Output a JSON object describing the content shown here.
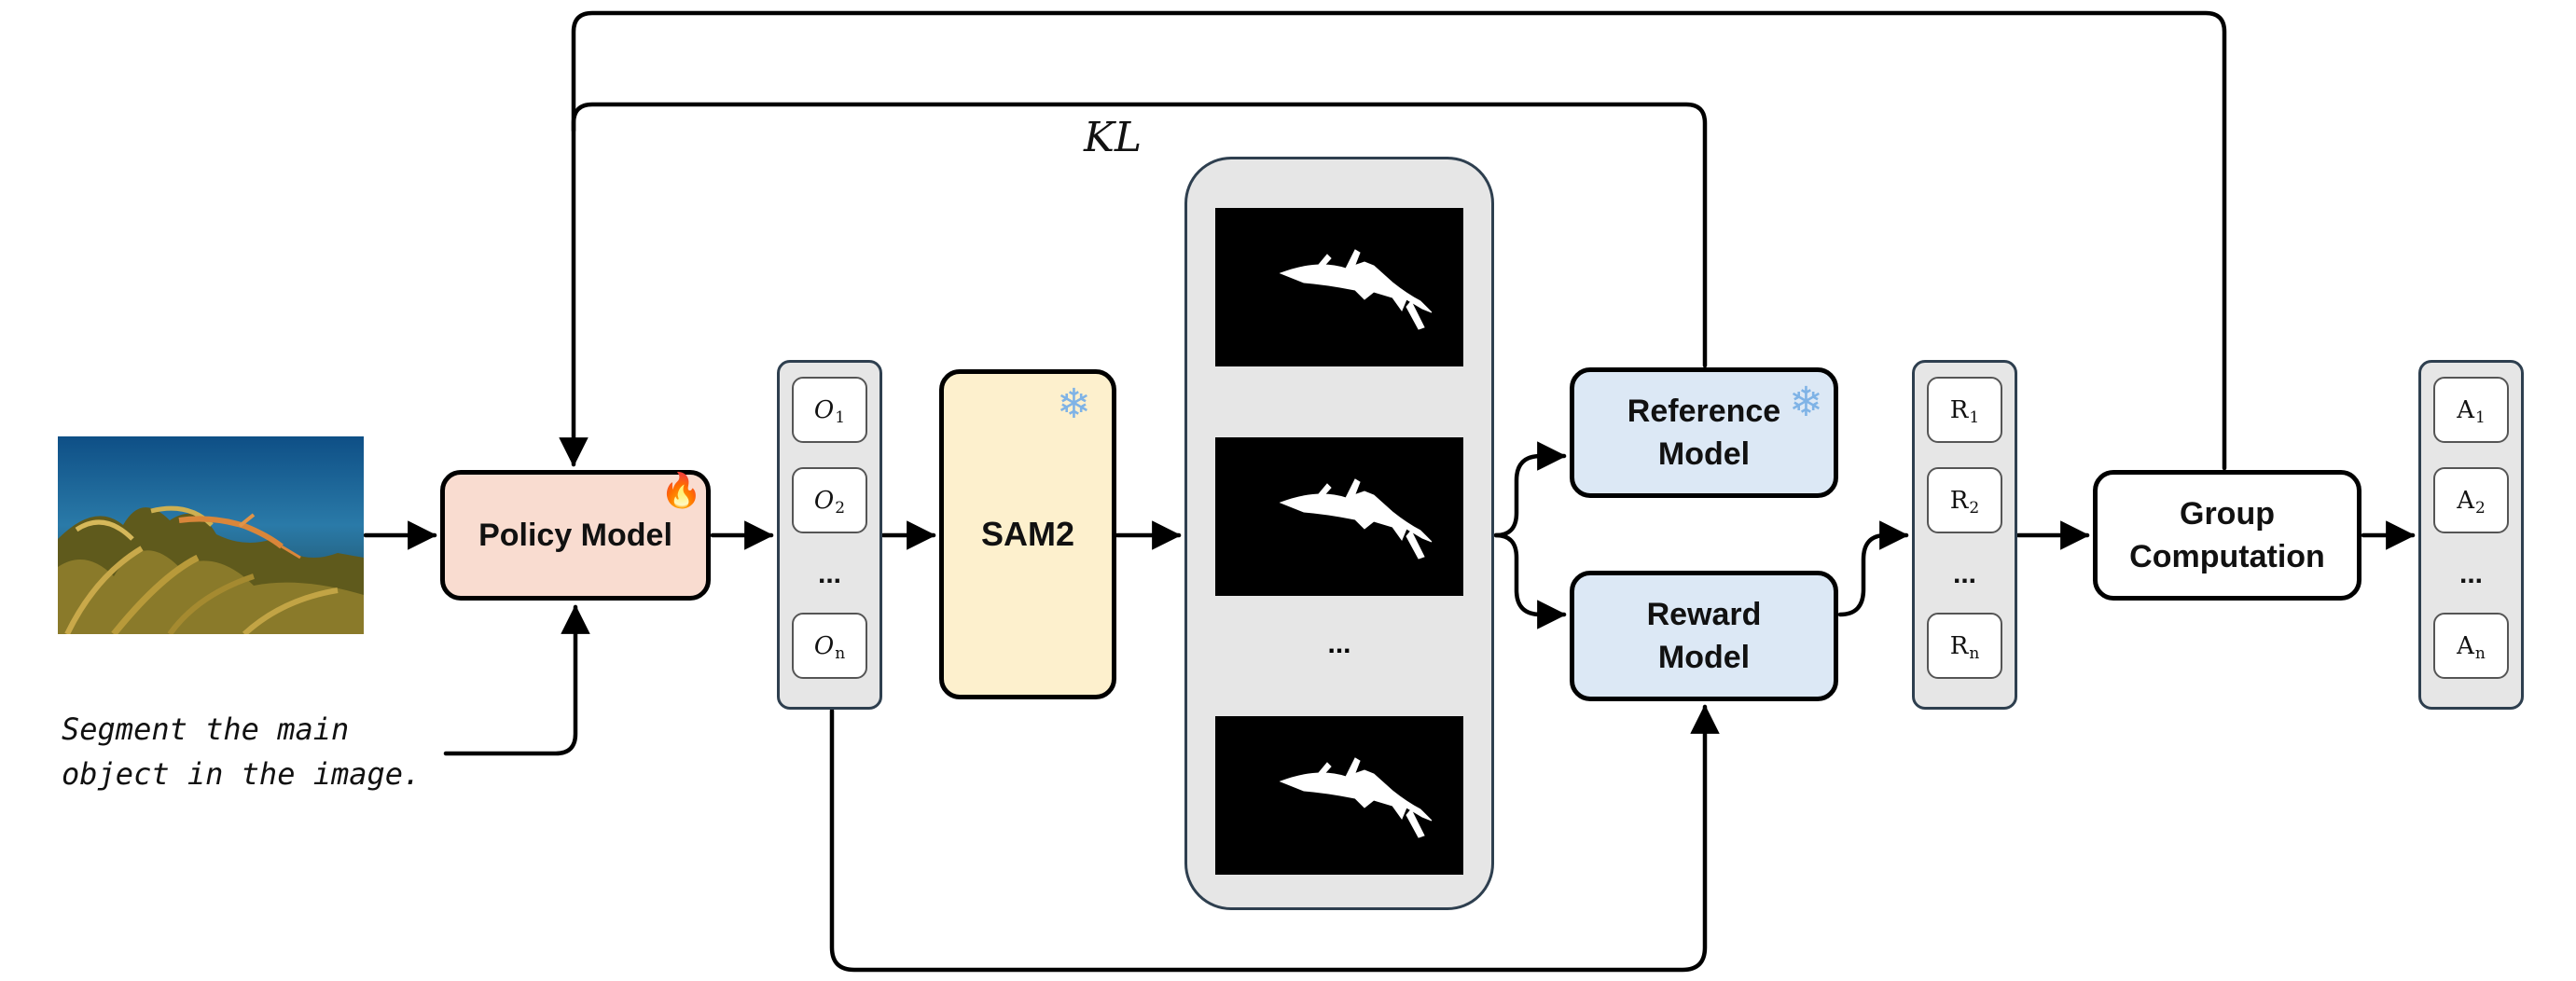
{
  "diagram": {
    "kl_label": "KL",
    "prompt": {
      "line1": "Segment the main",
      "line2": "object in the image."
    },
    "nodes": {
      "policy_model": "Policy Model",
      "sam2": "SAM2",
      "reference_model": {
        "line1": "Reference",
        "line2": "Model"
      },
      "reward_model": {
        "line1": "Reward",
        "line2": "Model"
      },
      "group_computation": {
        "line1": "Group",
        "line2": "Computation"
      }
    },
    "outputs": {
      "o1": {
        "base": "O",
        "sub": "1"
      },
      "o2": {
        "base": "O",
        "sub": "2"
      },
      "dots": "...",
      "on": {
        "base": "O",
        "sub": "n"
      }
    },
    "rewards": {
      "r1": {
        "base": "R",
        "sub": "1"
      },
      "r2": {
        "base": "R",
        "sub": "2"
      },
      "dots": "...",
      "rn": {
        "base": "R",
        "sub": "n"
      }
    },
    "advantages": {
      "a1": {
        "base": "A",
        "sub": "1"
      },
      "a2": {
        "base": "A",
        "sub": "2"
      },
      "dots": "...",
      "an": {
        "base": "A",
        "sub": "n"
      }
    },
    "masks_dots": "...",
    "icons": {
      "trainable": "fire-icon",
      "frozen": "snowflake-icon"
    },
    "colors": {
      "policy_fill": "#f9dcd0",
      "sam_fill": "#fdf0cd",
      "model_fill": "#dce8f5",
      "column_fill": "#e6e6e6"
    }
  }
}
